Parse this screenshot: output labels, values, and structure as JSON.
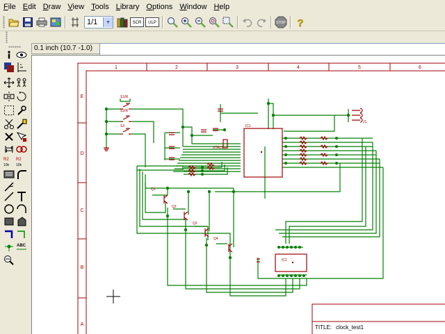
{
  "menu": [
    "File",
    "Edit",
    "Draw",
    "View",
    "Tools",
    "Library",
    "Options",
    "Window",
    "Help"
  ],
  "menu_hotkeys": [
    "F",
    "E",
    "D",
    "V",
    "T",
    "L",
    "O",
    "W",
    "H"
  ],
  "toolbar": {
    "page_select": "1/1",
    "scr_label": "SCR",
    "ulp_label": "ULP",
    "stop_label": "STOP",
    "help_glyph": "?"
  },
  "coord_readout": "0.1 inch (10.7 -1.0)",
  "command_input": "",
  "schematic": {
    "col_labels": [
      "1",
      "2",
      "3",
      "4",
      "5",
      "6"
    ],
    "row_labels": [
      "E",
      "D",
      "C",
      "B",
      "A"
    ],
    "title_label": "TITLE:",
    "title_value": "clock_test1",
    "parts": {
      "ic1": "IC1",
      "ic2": "IC2",
      "xtal": "XTAL1",
      "j1": "J1",
      "s1": "S1/R",
      "s2": "S2/R",
      "s3": "S3",
      "q1": "Q1",
      "q2": "Q2",
      "q3": "Q3",
      "q4": "Q4"
    }
  },
  "colors": {
    "wire": "#007f00",
    "part": "#a00000",
    "frame": "#a00000",
    "canvas": "#ffffff",
    "chrome": "#ece9d8"
  }
}
